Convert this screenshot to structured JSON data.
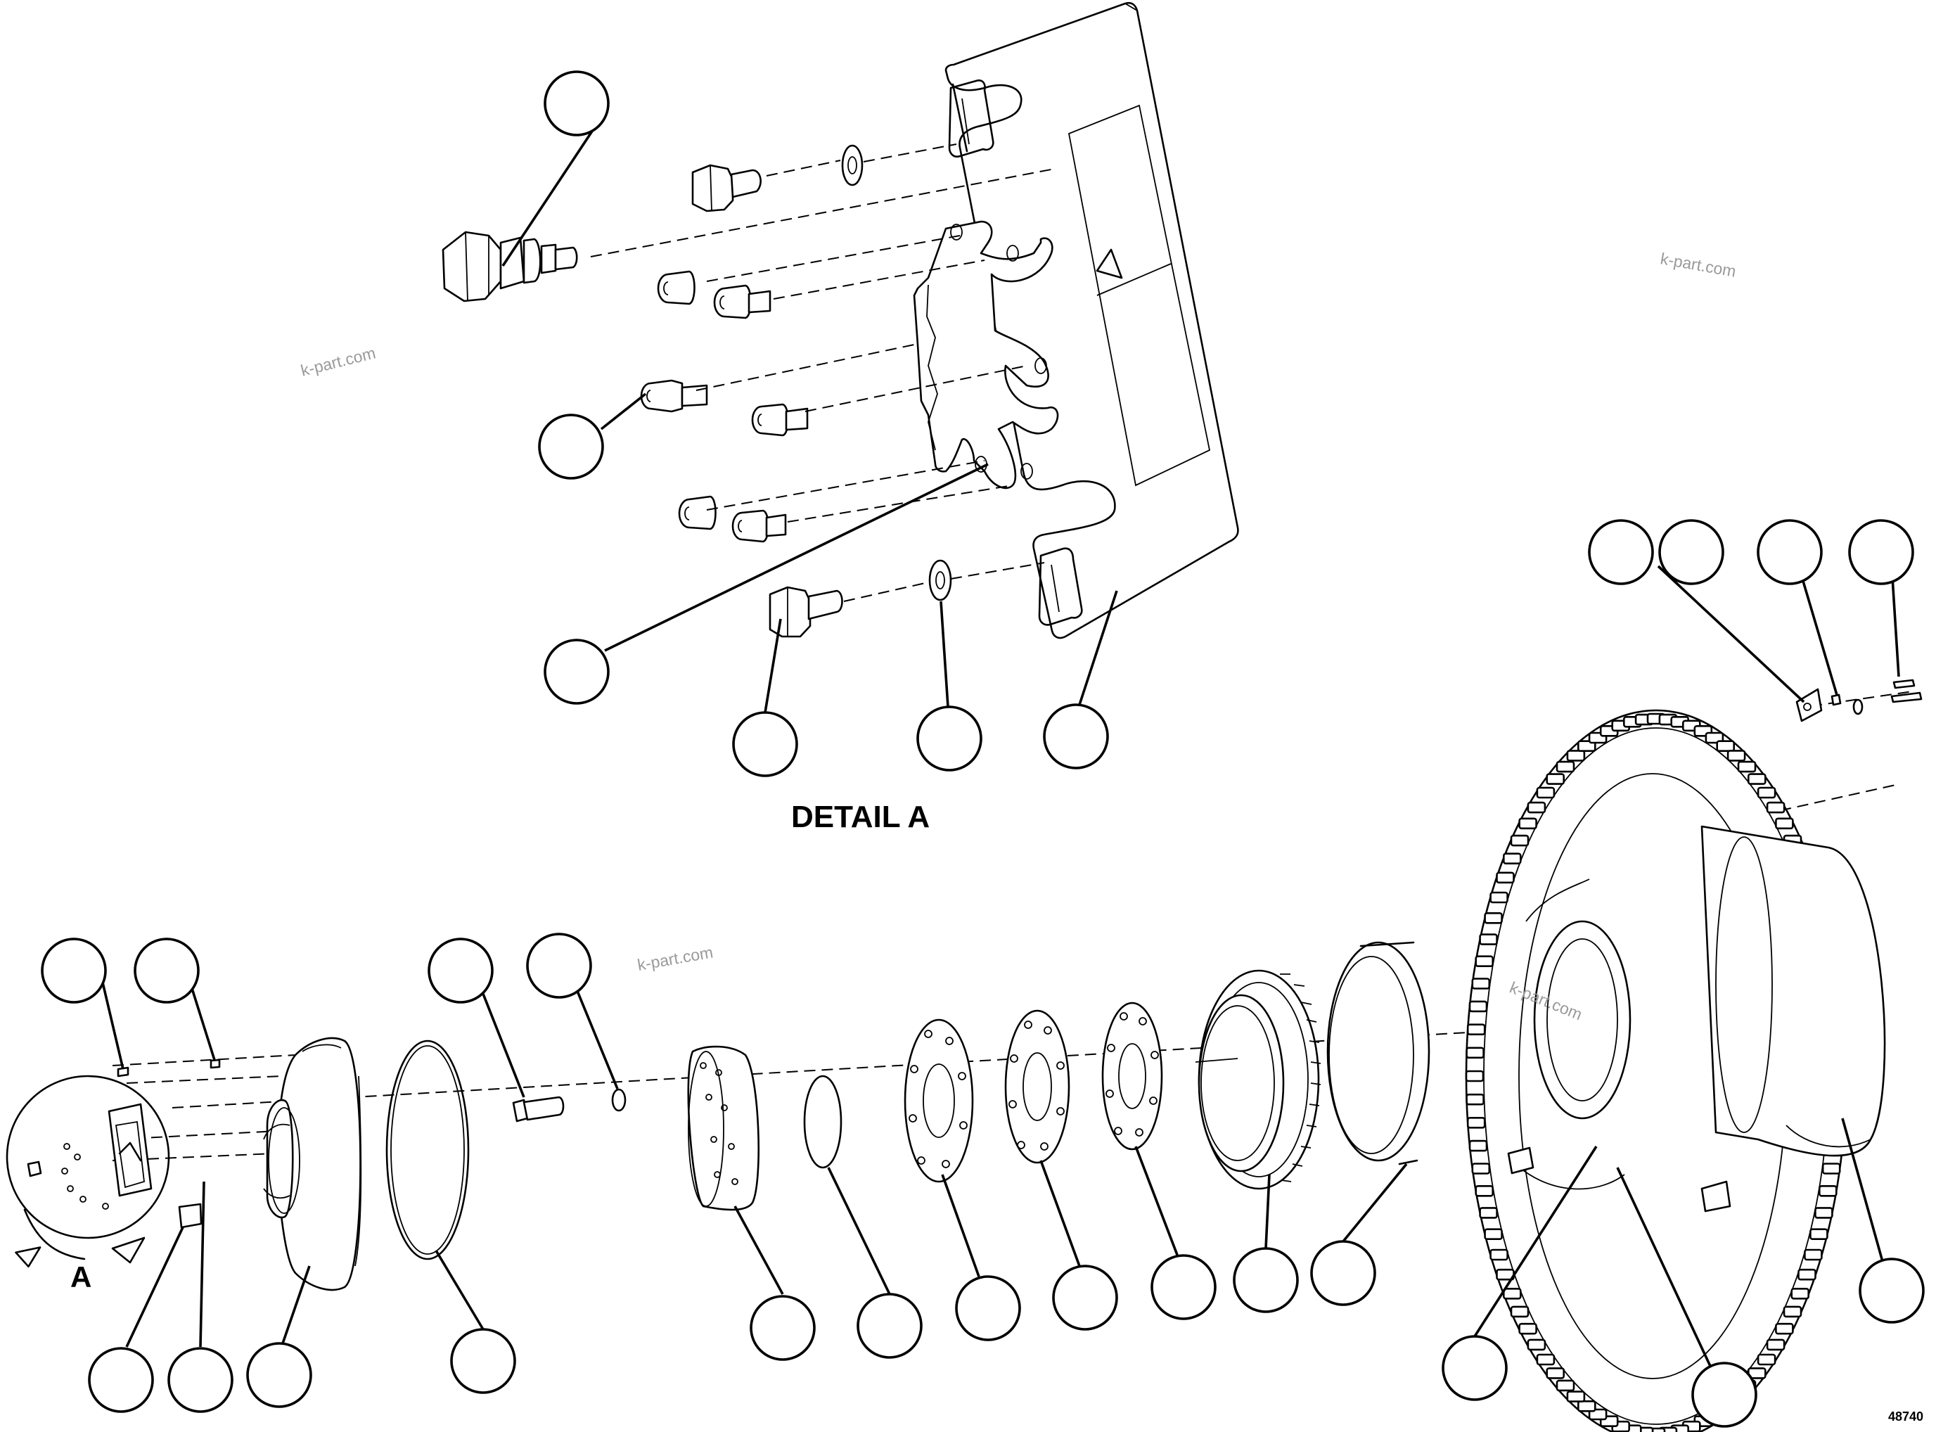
{
  "labels": {
    "detail_title": "DETAIL A",
    "view_marker": "A",
    "figure_number": "48740"
  },
  "watermarks": [
    "k-part.com",
    "k-part.com",
    "k-part.com",
    "k-part.com"
  ],
  "colors": {
    "line": "#000000",
    "background": "#ffffff",
    "watermark": "#9a9a9a"
  }
}
